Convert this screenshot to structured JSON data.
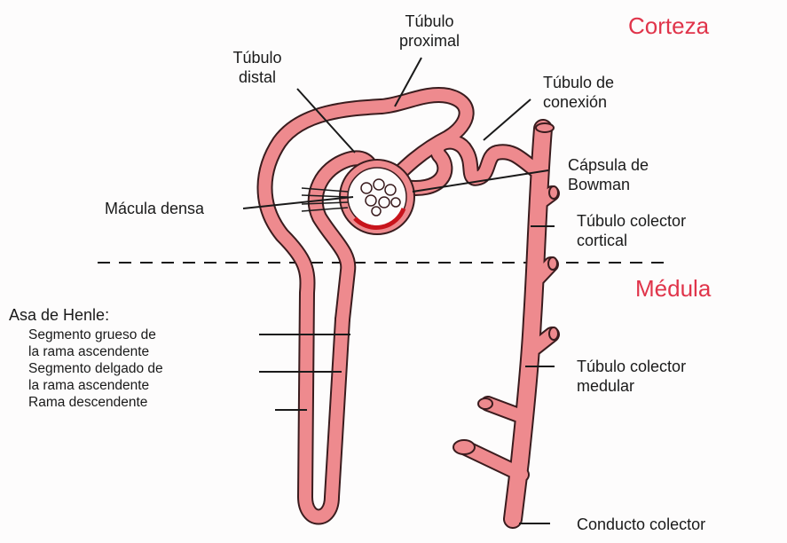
{
  "colors": {
    "tube_fill": "#ee8a8e",
    "tube_outline": "#3a1c1e",
    "region_text": "#e0344a",
    "capsule_red": "#c8141c",
    "label_text": "#1a1a1a"
  },
  "regions": {
    "cortex": "Corteza",
    "medulla": "Médula"
  },
  "labels": {
    "tubulo_proximal": [
      "Túbulo",
      "proximal"
    ],
    "tubulo_distal": [
      "Túbulo",
      "distal"
    ],
    "tubulo_conexion": [
      "Túbulo de",
      "conexión"
    ],
    "capsula_bowman": [
      "Cápsula de",
      "Bowman"
    ],
    "macula_densa": "Mácula densa",
    "tubulo_colector_cortical": [
      "Túbulo colector",
      "cortical"
    ],
    "tubulo_colector_medular": [
      "Túbulo colector",
      "medular"
    ],
    "conducto_colector": "Conducto colector"
  },
  "henle": {
    "title": "Asa de Henle:",
    "items": [
      "Segmento grueso de",
      "la rama ascendente",
      "Segmento delgado de",
      "la rama ascendente",
      "Rama descendente"
    ]
  }
}
